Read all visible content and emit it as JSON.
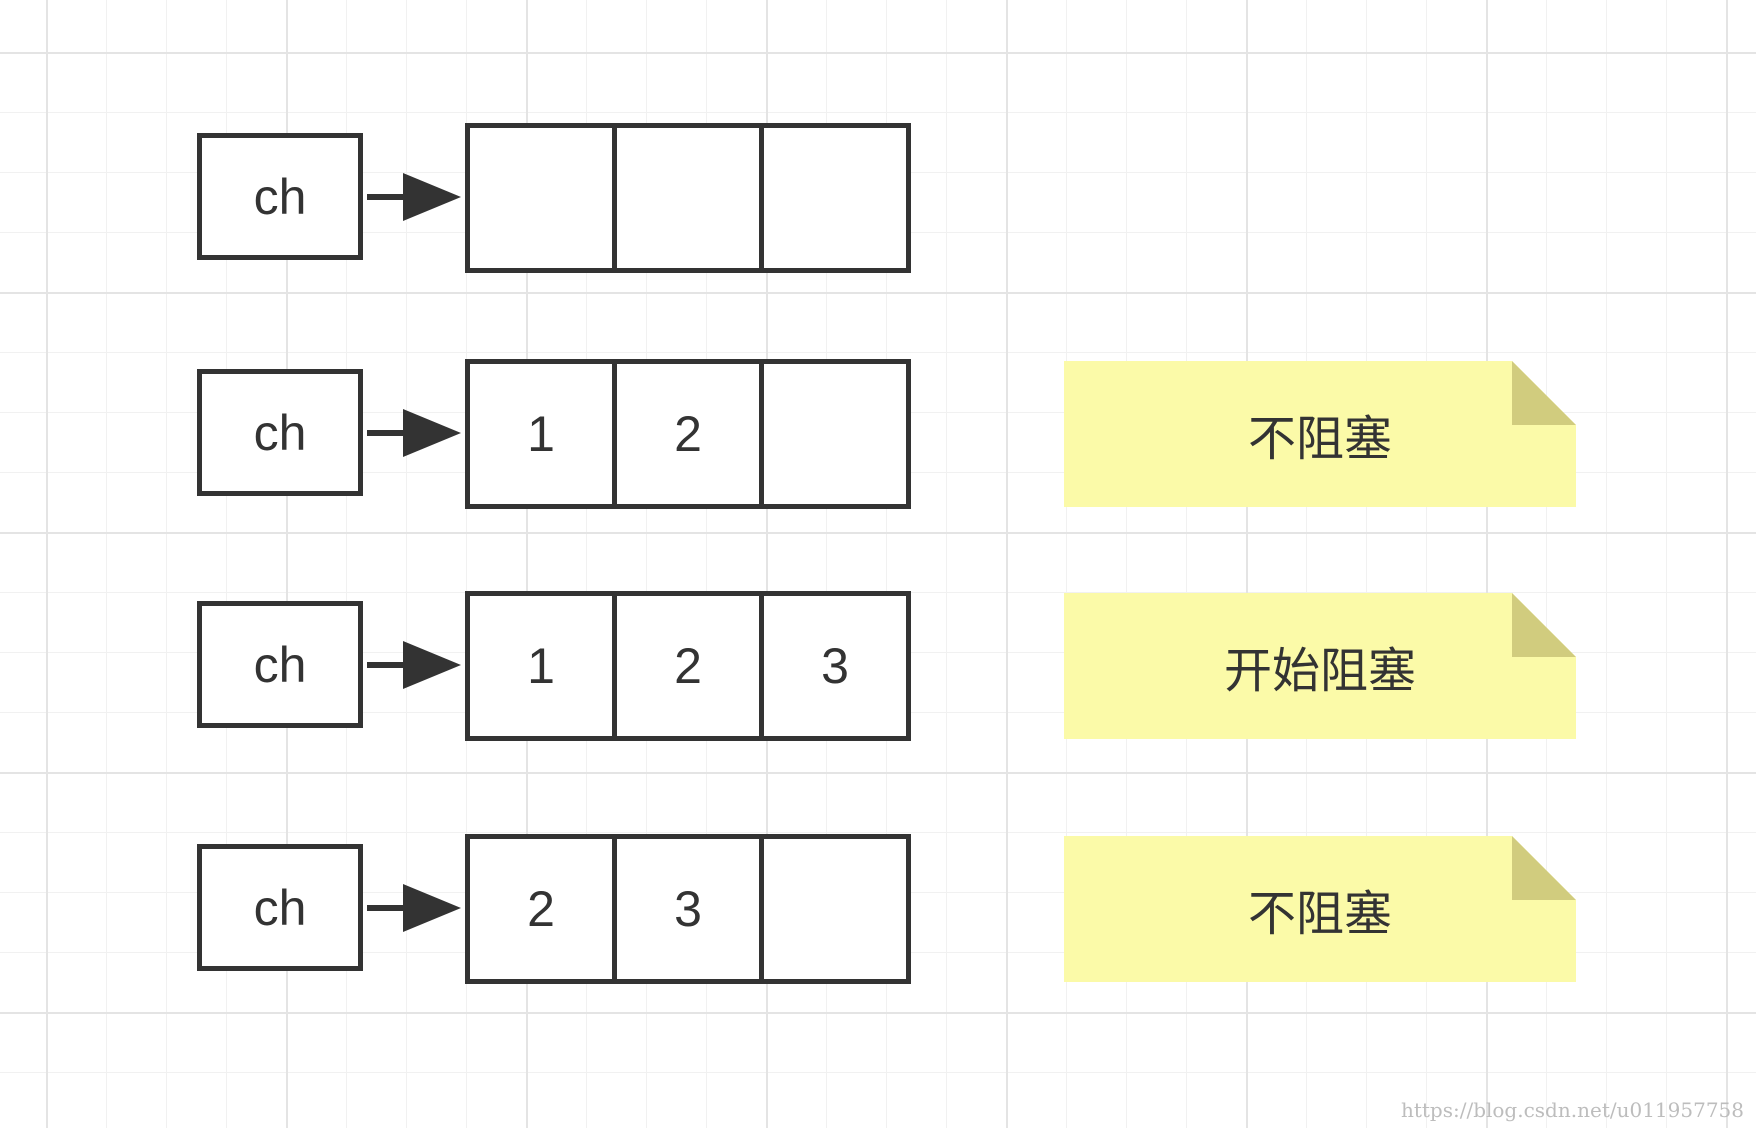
{
  "rows": [
    {
      "channel_label": "ch",
      "slots": [
        "",
        "",
        ""
      ],
      "note": ""
    },
    {
      "channel_label": "ch",
      "slots": [
        "1",
        "2",
        ""
      ],
      "note": "不阻塞"
    },
    {
      "channel_label": "ch",
      "slots": [
        "1",
        "2",
        "3"
      ],
      "note": "开始阻塞"
    },
    {
      "channel_label": "ch",
      "slots": [
        "2",
        "3",
        ""
      ],
      "note": "不阻塞"
    }
  ],
  "watermark": "https://blog.csdn.net/u011957758",
  "colors": {
    "stroke": "#333333",
    "note_fill": "#fbfaa8",
    "note_fold": "#d1cc7e",
    "grid": "#e4e4e4"
  }
}
